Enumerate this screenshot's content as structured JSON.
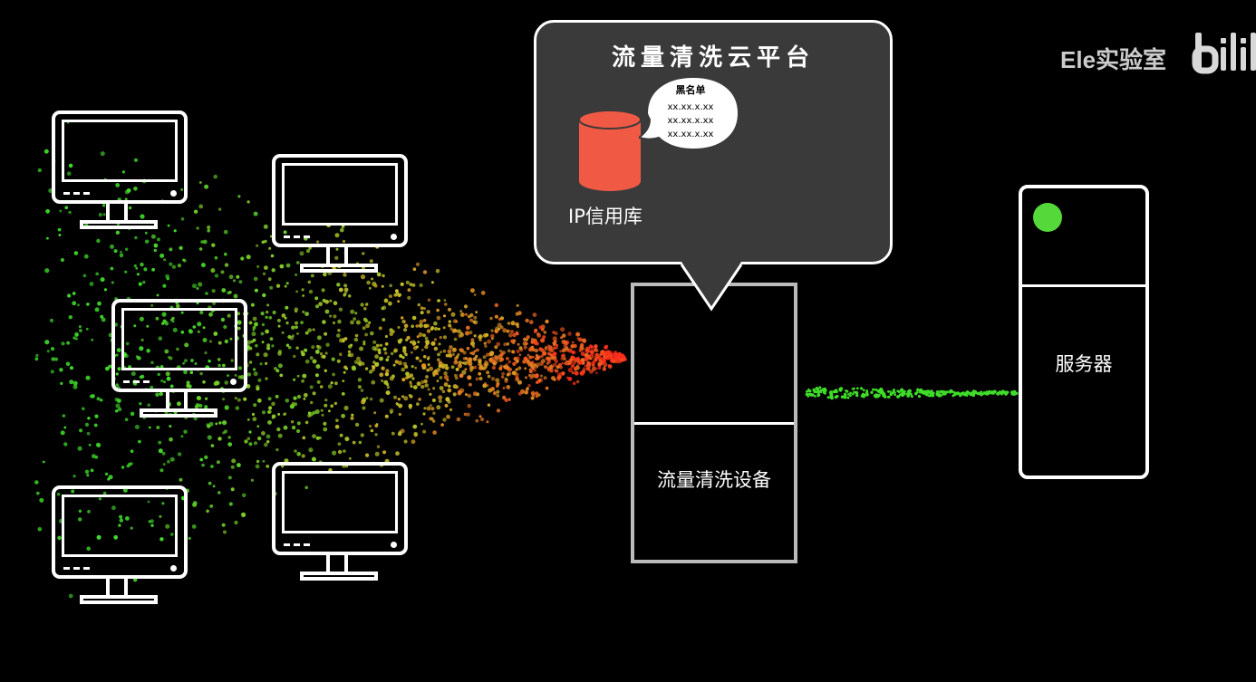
{
  "cloud": {
    "title": "流量清洗云平台",
    "db_label": "IP信用库",
    "blacklist": {
      "title": "黑名单",
      "entries": [
        "xx.xx.x.xx",
        "xx.xx.x.xx",
        "xx.xx.x.xx"
      ]
    }
  },
  "device": {
    "label": "流量清洗设备"
  },
  "server": {
    "label": "服务器"
  },
  "watermark": {
    "brand": "Ele实验室",
    "logo": "bilibili"
  },
  "colors": {
    "db_red": "#f05a45",
    "led_green": "#54d83a",
    "bubble_bg": "#3a3a3a",
    "traffic_green": "#3fdd2a",
    "traffic_red": "#ff2a1a"
  },
  "icons": [
    "monitor-icon",
    "database-icon",
    "speech-bubble-icon",
    "server-icon",
    "led-indicator-icon"
  ]
}
